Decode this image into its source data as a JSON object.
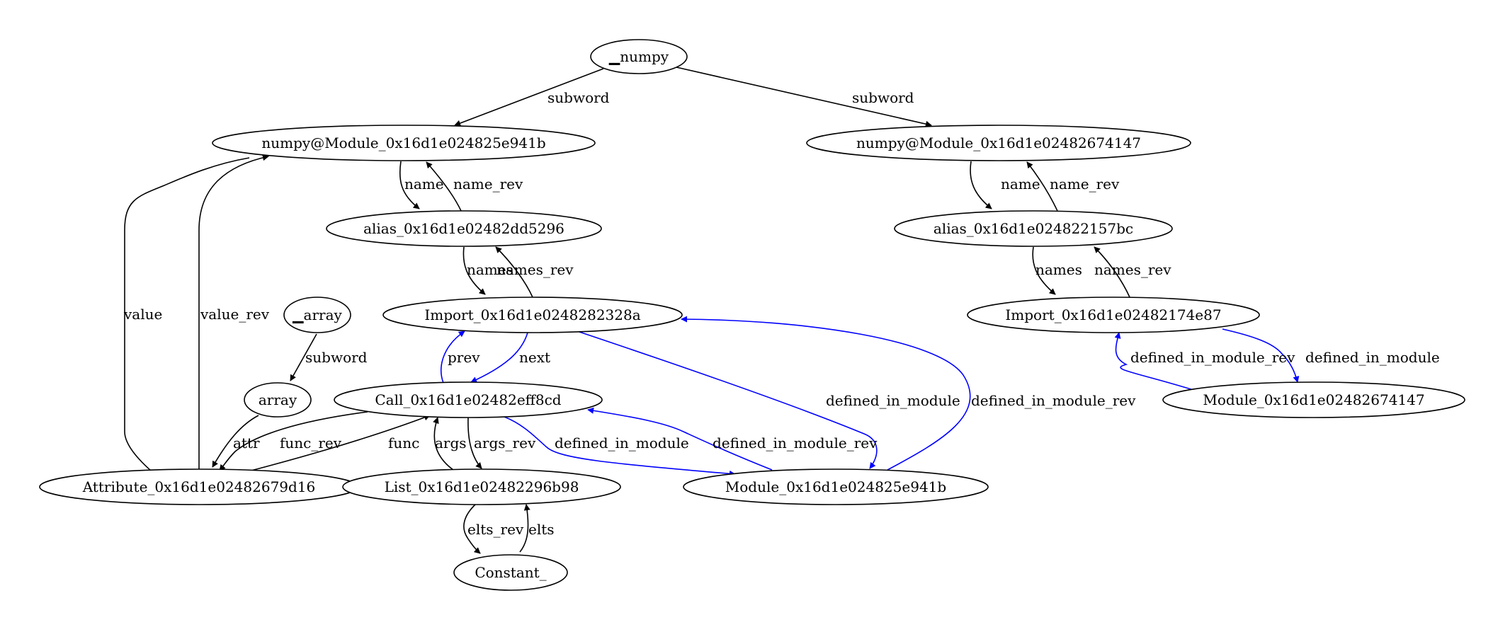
{
  "graph": {
    "colors": {
      "default_edge": "#000000",
      "module_edge": "#0000ff"
    },
    "nodes": {
      "numpy_token": "▁numpy",
      "numpy_module_a": "numpy@Module_0x16d1e024825e941b",
      "numpy_module_b": "numpy@Module_0x16d1e02482674147",
      "alias_a": "alias_0x16d1e02482dd5296",
      "alias_b": "alias_0x16d1e024822157bc",
      "import_a": "Import_0x16d1e0248282328a",
      "import_b": "Import_0x16d1e02482174e87",
      "array_token": "▁array",
      "array": "array",
      "call": "Call_0x16d1e02482eff8cd",
      "attribute": "Attribute_0x16d1e02482679d16",
      "list": "List_0x16d1e02482296b98",
      "module_a": "Module_0x16d1e024825e941b",
      "module_b": "Module_0x16d1e02482674147",
      "constant": "Constant_"
    },
    "edge_labels": {
      "subword_a": "subword",
      "subword_b": "subword",
      "name_a": "name",
      "name_rev_a": "name_rev",
      "name_b": "name",
      "name_rev_b": "name_rev",
      "names_a": "names",
      "names_rev_a": "names_rev",
      "names_b": "names",
      "names_rev_b": "names_rev",
      "value": "value",
      "value_rev": "value_rev",
      "subword_array": "subword",
      "prev": "prev",
      "next": "next",
      "defined_in_module_import_a": "defined_in_module",
      "defined_in_module_rev_import_a": "defined_in_module_rev",
      "defined_in_module_rev_import_b": "defined_in_module_rev",
      "defined_in_module_import_b": "defined_in_module",
      "attr": "attr",
      "func_rev": "func_rev",
      "func": "func",
      "args": "args",
      "args_rev": "args_rev",
      "defined_in_module_call": "defined_in_module",
      "defined_in_module_rev_call": "defined_in_module_rev",
      "elts_rev": "elts_rev",
      "elts": "elts"
    }
  }
}
